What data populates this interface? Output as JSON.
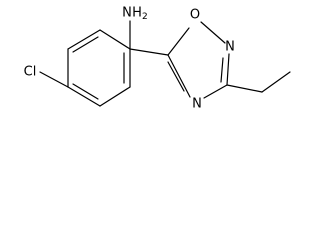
{
  "molecule": {
    "atoms": {
      "chlorine": "Cl",
      "amine_n": "N",
      "amine_h": "H",
      "amine_h_count": "2",
      "ring_o": "O",
      "ring_n_upper": "N",
      "ring_n_lower": "N"
    }
  },
  "colors": {
    "bond": "#000000",
    "label": "#000000",
    "background": "#ffffff"
  }
}
